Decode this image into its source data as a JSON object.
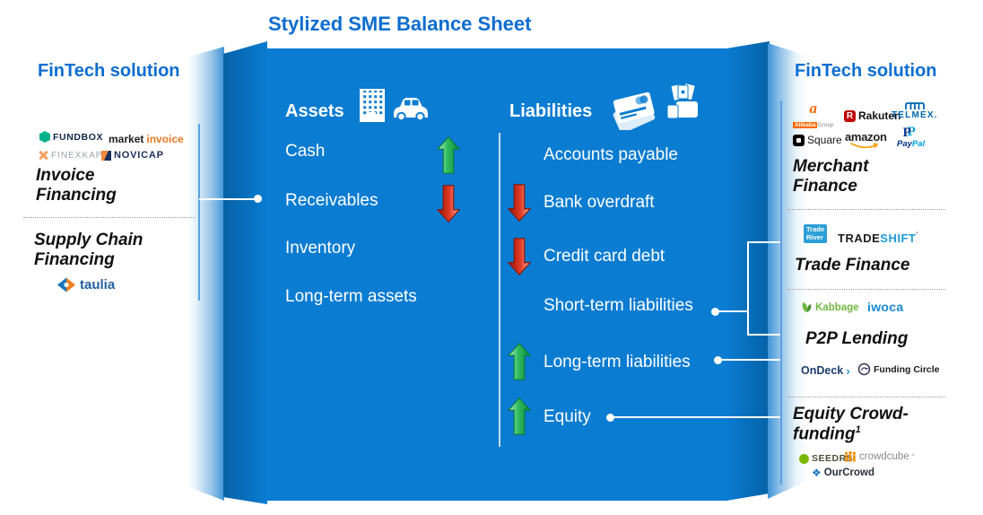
{
  "title": "Stylized SME Balance Sheet",
  "left_panel": {
    "heading": "FinTech solution",
    "sections": [
      {
        "label": "Invoice\nFinancing"
      },
      {
        "label": "Supply Chain\nFinancing"
      }
    ]
  },
  "right_panel": {
    "heading": "FinTech solution",
    "sections": [
      {
        "label": "Merchant\nFinance"
      },
      {
        "label": "Trade Finance"
      },
      {
        "label": "P2P Lending"
      },
      {
        "label": "Equity Crowd-\nfunding",
        "footnote": "1"
      }
    ]
  },
  "balance_sheet": {
    "assets": {
      "heading": "Assets",
      "items": [
        {
          "label": "Cash",
          "arrow": "up"
        },
        {
          "label": "Receivables",
          "arrow": "down"
        },
        {
          "label": "Inventory",
          "arrow": ""
        },
        {
          "label": "Long-term assets",
          "arrow": ""
        }
      ]
    },
    "liabilities": {
      "heading": "Liabilities",
      "items": [
        {
          "label": "Accounts payable",
          "arrow": ""
        },
        {
          "label": "Bank overdraft",
          "arrow": "down"
        },
        {
          "label": "Credit card debt",
          "arrow": "down"
        },
        {
          "label": "Short-term liabilities",
          "arrow": ""
        },
        {
          "label": "Long-term liabilities",
          "arrow": "up"
        },
        {
          "label": "Equity",
          "arrow": "up"
        }
      ]
    }
  },
  "logos": {
    "fundbox": {
      "text": "FUNDBOX"
    },
    "marketinvoice": {
      "part1": "market",
      "part2": "invoice"
    },
    "finexkap": {
      "text": "FINEXKAP"
    },
    "novicap": {
      "text": "NOVICAP"
    },
    "taulia": {
      "text": "taulia"
    },
    "alibaba": {
      "glyph": "a",
      "part1": "Alibaba",
      "part2": "Group"
    },
    "rakuten": {
      "glyph": "R",
      "text": "Rakuten"
    },
    "telmex": {
      "text": "TELMEX."
    },
    "square": {
      "text": "Square"
    },
    "amazon": {
      "text": "amazon"
    },
    "paypal": {
      "icon_glyph": "P",
      "part1": "Pay",
      "part2": "Pal"
    },
    "traderiver": {
      "text": "Trade\nRiver"
    },
    "tradeshift": {
      "part1": "TRADE",
      "part2": "SHIFT",
      "mark": "’"
    },
    "kabbage": {
      "text": "Kabbage"
    },
    "iwoca": {
      "text": "iwoca"
    },
    "ondeck": {
      "text": "OnDeck",
      "chevron": "›"
    },
    "fundingcircle": {
      "text": "Funding Circle"
    },
    "seedrs": {
      "text": "SEEDRS"
    },
    "crowdcube": {
      "text": "crowdcube",
      "mark": "°"
    },
    "ourcrowd": {
      "glyph": "❖",
      "text": "OurCrowd"
    }
  },
  "colors": {
    "panel_blue": "#0a7cd2",
    "heading_blue": "#0b6dd0",
    "arrow_up_green": "#2fbb5e",
    "arrow_down_red": "#e03a24"
  }
}
